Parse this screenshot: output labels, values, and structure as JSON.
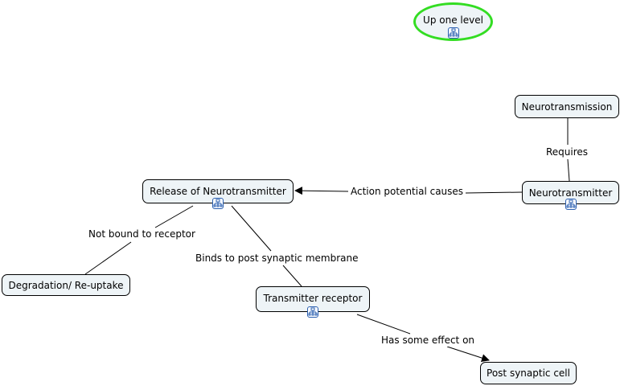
{
  "concepts": {
    "up_one_level": "Up one level",
    "neurotransmission": "Neurotransmission",
    "neurotransmitter": "Neurotransmitter",
    "release": "Release of Neurotransmitter",
    "degradation": "Degradation/ Re-uptake",
    "receptor": "Transmitter receptor",
    "post_synaptic_cell": "Post synaptic cell"
  },
  "linking_phrases": {
    "requires": "Requires",
    "action_potential": "Action potential causes",
    "not_bound": "Not bound to receptor",
    "binds": "Binds to post synaptic membrane",
    "has_effect": "Has some effect on"
  },
  "icons": {
    "submap": "submap-icon"
  },
  "colors": {
    "node_fill": "#eef4f7",
    "highlight_border": "#33dd22",
    "icon_border": "#2a5fb0"
  }
}
